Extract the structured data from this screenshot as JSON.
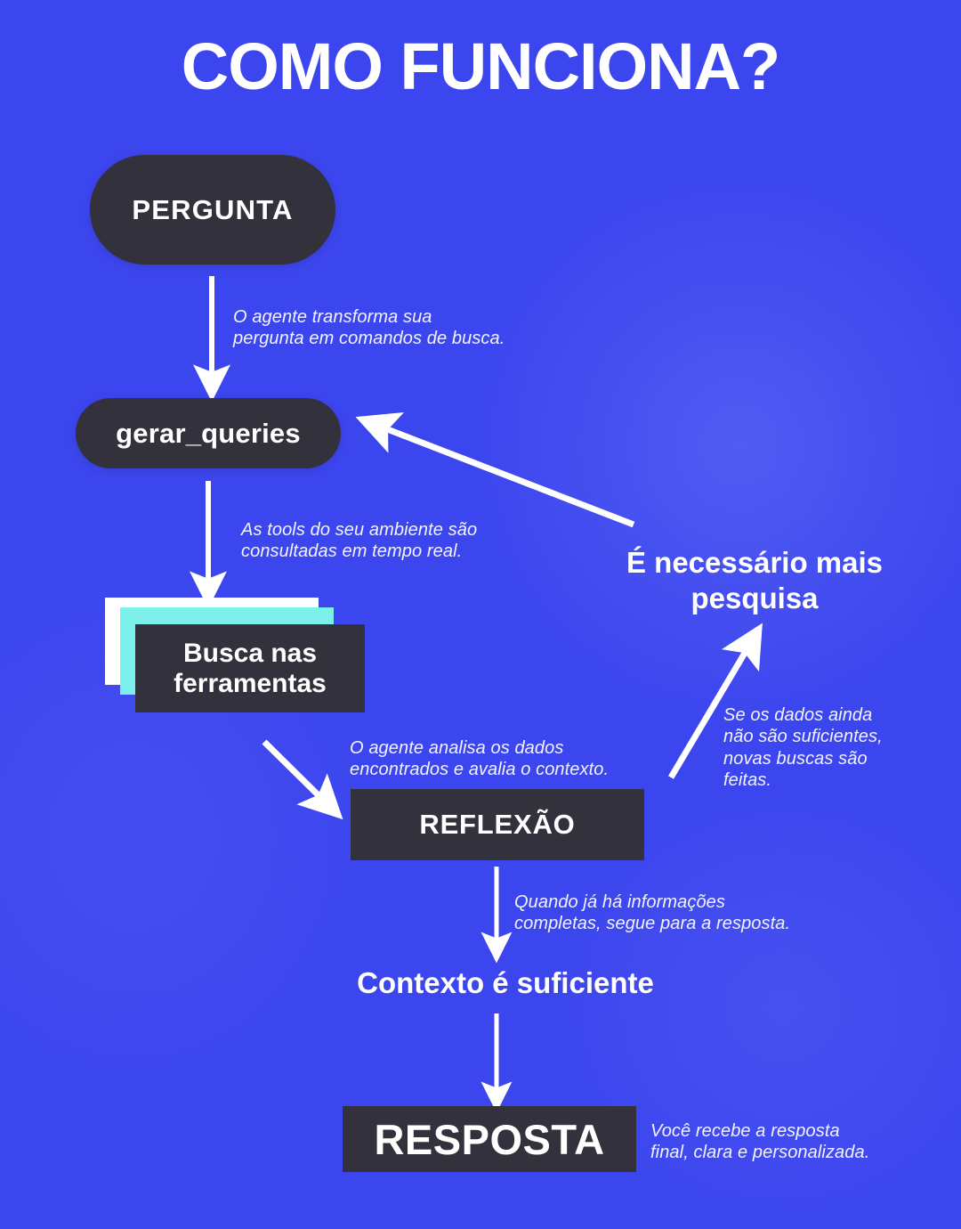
{
  "page": {
    "title": "COMO FUNCIONA?",
    "background_color": "#3C46EE",
    "node_color": "#33323C",
    "accent_cyan": "#7CF0EB",
    "accent_white": "#FFFFFF",
    "text_color": "#FFFFFF"
  },
  "diagram": {
    "type": "flowchart",
    "nodes": [
      {
        "id": "pergunta",
        "label": "PERGUNTA",
        "shape": "pill"
      },
      {
        "id": "gerar_queries",
        "label": "gerar_queries",
        "shape": "pill"
      },
      {
        "id": "busca_ferramentas",
        "label_line1": "Busca nas",
        "label_line2": "ferramentas",
        "shape": "stacked-cards"
      },
      {
        "id": "reflexao",
        "label": "REFLEXÃO",
        "shape": "rect"
      },
      {
        "id": "resposta",
        "label": "RESPOSTA",
        "shape": "rect"
      }
    ],
    "decision_labels": [
      {
        "id": "mais_pesquisa",
        "line1": "É necessário mais",
        "line2": "pesquisa"
      },
      {
        "id": "contexto_suficiente",
        "text": "Contexto é suficiente"
      }
    ],
    "edge_captions": [
      {
        "id": "transforma",
        "line1": "O agente transforma sua",
        "line2": "pergunta em comandos de busca."
      },
      {
        "id": "tools",
        "line1": "As tools do seu ambiente são",
        "line2": "consultadas em tempo real."
      },
      {
        "id": "analisa",
        "line1": "O agente analisa os dados",
        "line2": "encontrados e avalia o contexto."
      },
      {
        "id": "busca_nova",
        "line1": "Se os dados ainda",
        "line2": "não são suficientes,",
        "line3": "novas buscas são",
        "line4": "feitas."
      },
      {
        "id": "completas",
        "line1": "Quando já há informações",
        "line2": "completas, segue para a resposta."
      },
      {
        "id": "final",
        "line1": "Você recebe a resposta",
        "line2": "final, clara e personalizada."
      }
    ]
  }
}
